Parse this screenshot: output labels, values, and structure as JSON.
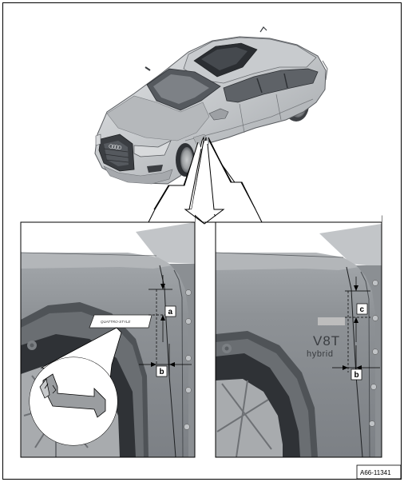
{
  "labels": {
    "a": "a",
    "b_left": "b",
    "c": "c",
    "b_right": "b"
  },
  "emblems": {
    "left_badge": "QUATTRO-STYLE",
    "right_model": "V8T",
    "right_variant": "hybrid"
  },
  "reference_code": "A66-11341",
  "colors": {
    "body_panel": "#8f9397",
    "car_body": "#c6c9cc",
    "label_box": "#ffffff",
    "frame": "#000000",
    "placeholder_badge": "#bdbdbd"
  }
}
